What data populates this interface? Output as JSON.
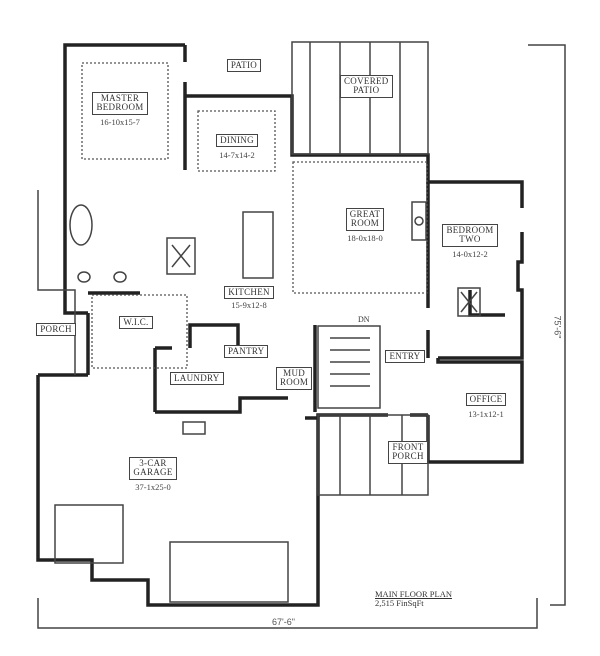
{
  "plan": {
    "title": "MAIN FLOOR PLAN",
    "area": "2,515 FinSqFt",
    "width_dimension": "67'-6\"",
    "depth_dimension": "75'-6\""
  },
  "rooms": [
    {
      "id": "master_bedroom",
      "name": "MASTER\nBEDROOM",
      "line1": "MASTER",
      "line2": "BEDROOM",
      "size": "16-10x15-7"
    },
    {
      "id": "patio",
      "name": "PATIO",
      "line1": "PATIO",
      "line2": "",
      "size": ""
    },
    {
      "id": "covered_patio",
      "name": "COVERED PATIO",
      "line1": "COVERED",
      "line2": "PATIO",
      "size": ""
    },
    {
      "id": "dining",
      "name": "DINING",
      "line1": "DINING",
      "line2": "",
      "size": "14-7x14-2"
    },
    {
      "id": "great_room",
      "name": "GREAT ROOM",
      "line1": "GREAT",
      "line2": "ROOM",
      "size": "18-0x18-0"
    },
    {
      "id": "bedroom_two",
      "name": "BEDROOM TWO",
      "line1": "BEDROOM",
      "line2": "TWO",
      "size": "14-0x12-2"
    },
    {
      "id": "kitchen",
      "name": "KITCHEN",
      "line1": "KITCHEN",
      "line2": "",
      "size": "15-9x12-8"
    },
    {
      "id": "wic",
      "name": "W.I.C.",
      "line1": "W.I.C.",
      "line2": "",
      "size": ""
    },
    {
      "id": "porch",
      "name": "PORCH",
      "line1": "PORCH",
      "line2": "",
      "size": ""
    },
    {
      "id": "pantry",
      "name": "PANTRY",
      "line1": "PANTRY",
      "line2": "",
      "size": ""
    },
    {
      "id": "laundry",
      "name": "LAUNDRY",
      "line1": "LAUNDRY",
      "line2": "",
      "size": ""
    },
    {
      "id": "mud_room",
      "name": "MUD ROOM",
      "line1": "MUD",
      "line2": "ROOM",
      "size": ""
    },
    {
      "id": "entry",
      "name": "ENTRY",
      "line1": "ENTRY",
      "line2": "",
      "size": ""
    },
    {
      "id": "office",
      "name": "OFFICE",
      "line1": "OFFICE",
      "line2": "",
      "size": "13-1x12-1"
    },
    {
      "id": "front_porch",
      "name": "FRONT PORCH",
      "line1": "FRONT",
      "line2": "PORCH",
      "size": ""
    },
    {
      "id": "garage",
      "name": "3-CAR GARAGE",
      "line1": "3-CAR",
      "line2": "GARAGE",
      "size": "37-1x25-0"
    }
  ],
  "annotations": {
    "stair_direction": "DN"
  },
  "colors": {
    "wall": "#222222",
    "line": "#555555",
    "background": "#ffffff"
  }
}
